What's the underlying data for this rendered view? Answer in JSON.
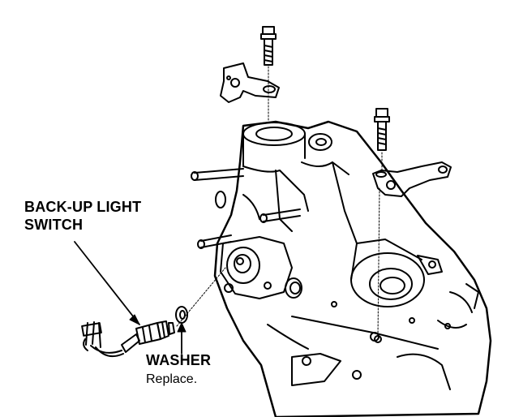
{
  "labels": {
    "backup_switch_line1": "BACK-UP LIGHT",
    "backup_switch_line2": "SWITCH",
    "washer": "WASHER",
    "washer_note": "Replace."
  }
}
